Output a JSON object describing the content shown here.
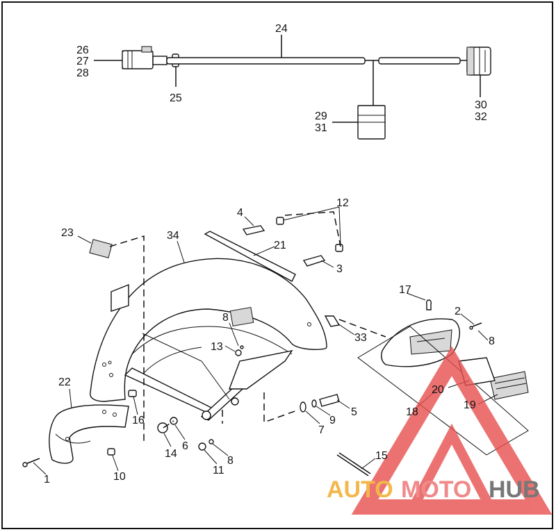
{
  "diagram": {
    "callouts": {
      "c1": "1",
      "c2": "2",
      "c3": "3",
      "c4": "4",
      "c5": "5",
      "c6": "6",
      "c7": "7",
      "c8a": "8",
      "c8b": "8",
      "c8c": "8",
      "c9": "9",
      "c10": "10",
      "c11": "11",
      "c12": "12",
      "c13": "13",
      "c14": "14",
      "c15": "15",
      "c16": "16",
      "c17": "17",
      "c18": "18",
      "c19": "19",
      "c20": "20",
      "c21": "21",
      "c22": "22",
      "c23": "23",
      "c24": "24",
      "c25": "25",
      "c26": "26",
      "c27": "27",
      "c28": "28",
      "c29": "29",
      "c30": "30",
      "c31": "31",
      "c32": "32",
      "c33": "33",
      "c34": "34"
    }
  },
  "watermark": {
    "text_auto": "AUTO",
    "text_moto": "MOTO",
    "text_hub": "HUB",
    "color_auto": "#f2b84b",
    "color_moto": "#f08a8a",
    "color_hub": "#777777",
    "triangle_color": "#e8504f"
  },
  "colors": {
    "line": "#111111",
    "background": "#ffffff"
  }
}
